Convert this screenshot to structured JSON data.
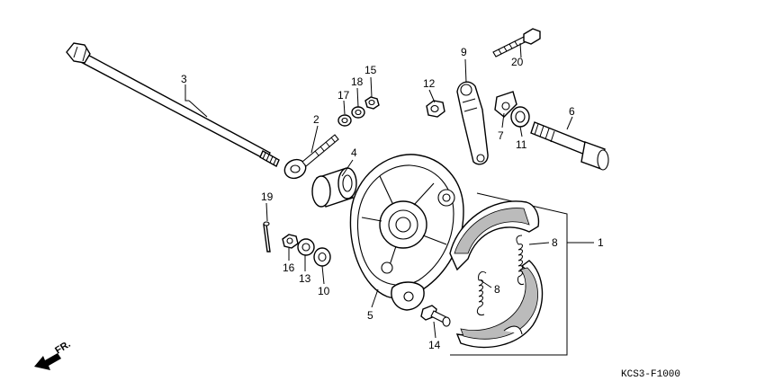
{
  "diagram": {
    "direction_marker": "FR.",
    "drawing_code": "KCS3-F1000",
    "callouts": [
      "1",
      "2",
      "3",
      "4",
      "5",
      "6",
      "7",
      "8",
      "8",
      "9",
      "10",
      "11",
      "12",
      "13",
      "14",
      "15",
      "16",
      "17",
      "18",
      "19",
      "20"
    ]
  },
  "icons": {
    "front_arrow": "front-direction-arrow-icon"
  }
}
